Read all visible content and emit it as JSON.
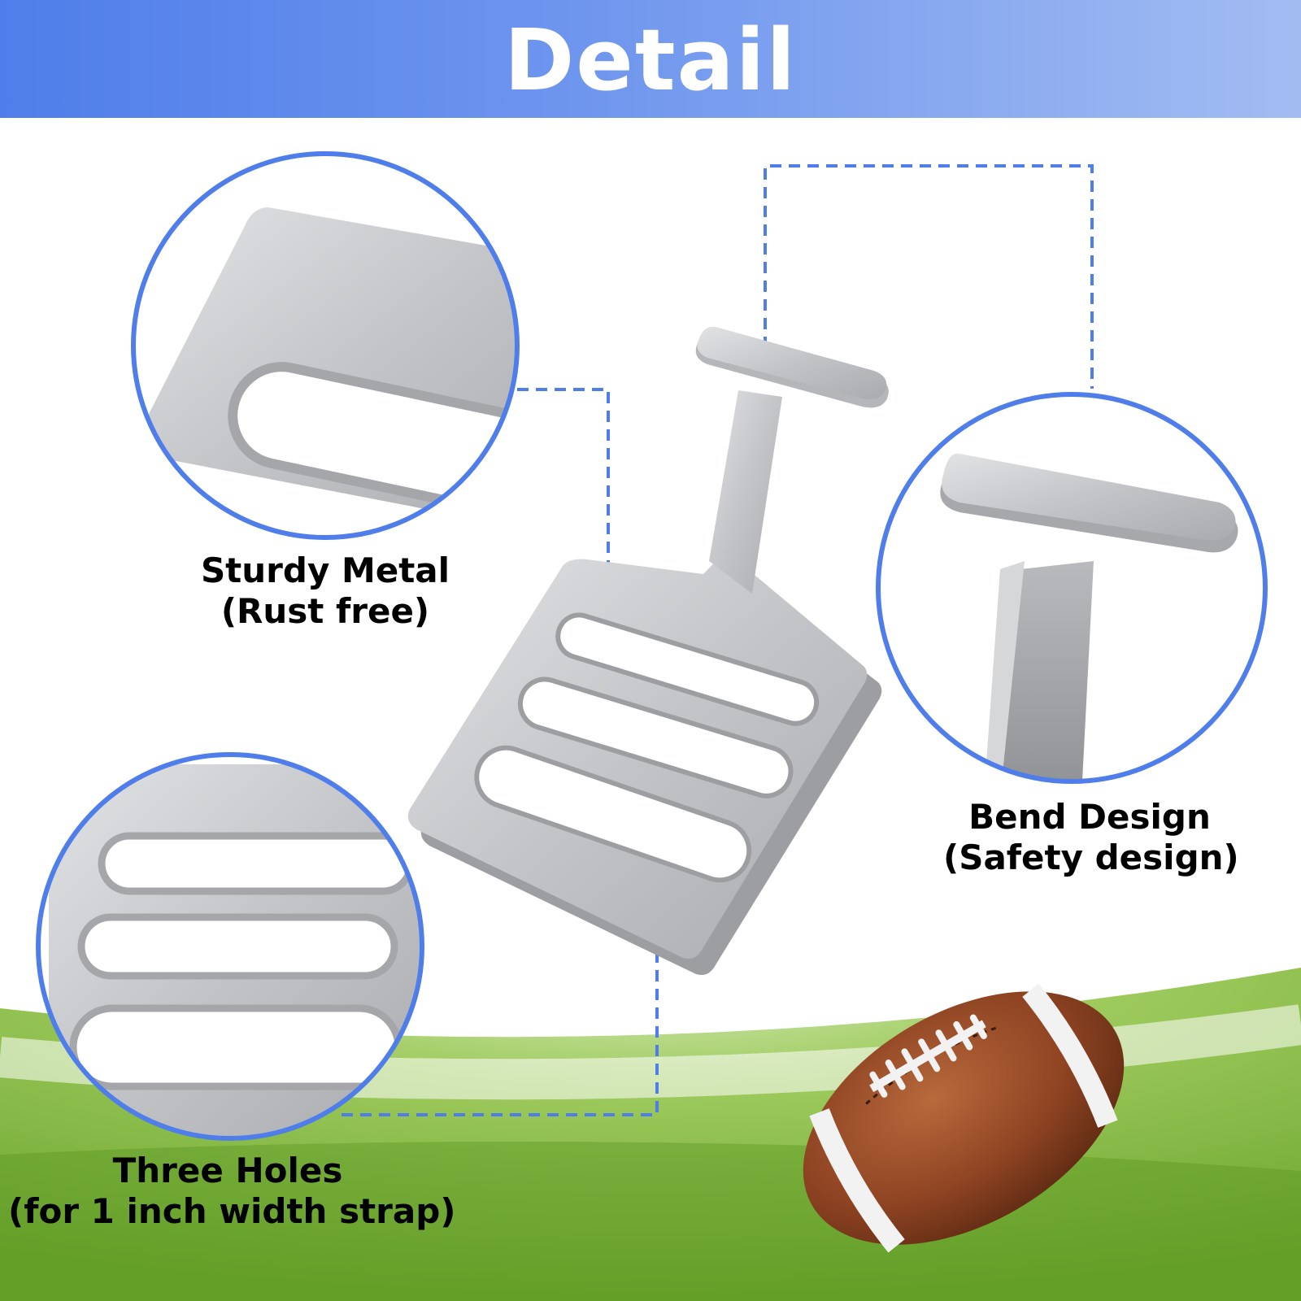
{
  "header": {
    "title": "Detail"
  },
  "features": [
    {
      "title": "Sturdy Metal",
      "subtitle": "(Rust free)"
    },
    {
      "title": "Bend Design",
      "subtitle": "(Safety design)"
    },
    {
      "title": "Three Holes",
      "subtitle": "(for 1 inch width strap)"
    }
  ],
  "colors": {
    "accent": "#4f7eea",
    "circle_border": "#4f7eea",
    "metal": "#c7c9cc",
    "grass": "#7fb83a"
  },
  "icons": [
    "t-hook-buckle-icon",
    "football-icon"
  ]
}
